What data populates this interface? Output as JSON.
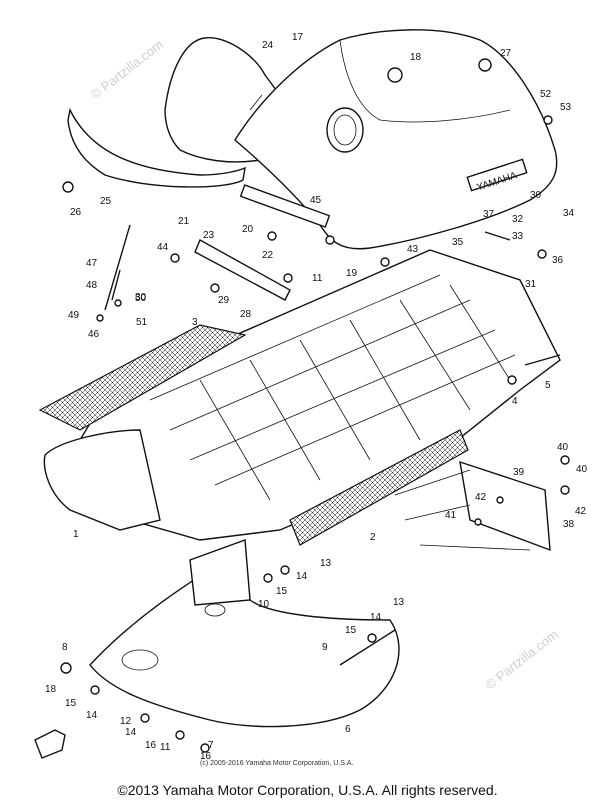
{
  "footer": {
    "copyright": "©2013 Yamaha Motor Corporation, U.S.A. All rights reserved.",
    "source": "(c) 2005-2016 Yamaha Motor Corporation, U.S.A."
  },
  "watermark": "© Partzilla.com",
  "callouts": [
    "1",
    "2",
    "3",
    "4",
    "5",
    "6",
    "7",
    "8",
    "9",
    "10",
    "11",
    "12",
    "13",
    "14",
    "15",
    "16",
    "17",
    "18",
    "19",
    "20",
    "21",
    "22",
    "23",
    "24",
    "25",
    "26",
    "27",
    "28",
    "29",
    "30",
    "31",
    "32",
    "33",
    "34",
    "35",
    "36",
    "37",
    "38",
    "39",
    "40",
    "41",
    "42",
    "43",
    "44",
    "45",
    "46",
    "47",
    "48",
    "49",
    "50",
    "51",
    "52",
    "53"
  ],
  "brand_decal": "YAMAHA"
}
